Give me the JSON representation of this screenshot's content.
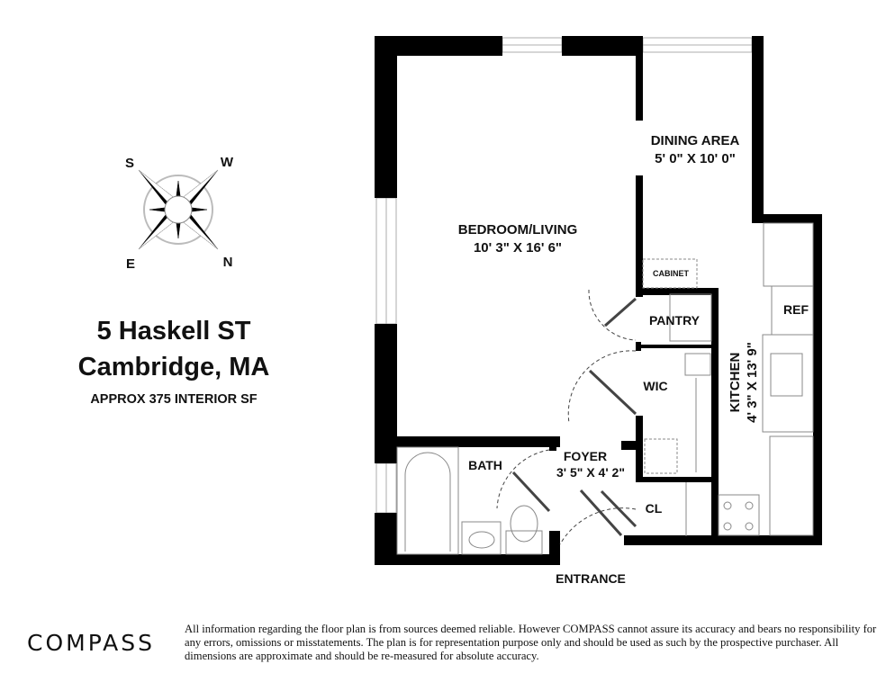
{
  "listing": {
    "address_line1": "5 Haskell ST",
    "address_line2": "Cambridge, MA",
    "area": "APPROX 375 INTERIOR SF"
  },
  "compass_rose": {
    "labels": {
      "top_left": "S",
      "top_right": "W",
      "bottom_left": "E",
      "bottom_right": "N"
    }
  },
  "rooms": {
    "bedroom": {
      "name": "BEDROOM/LIVING",
      "size": "10' 3\" X 16' 6\""
    },
    "dining": {
      "name": "DINING AREA",
      "size": "5' 0\" X 10' 0\""
    },
    "kitchen": {
      "name": "KITCHEN",
      "size": "4' 3\" X 13' 9\""
    },
    "foyer": {
      "name": "FOYER",
      "size": "3' 5\" X 4' 2\""
    },
    "bath": {
      "name": "BATH"
    },
    "pantry": {
      "name": "PANTRY"
    },
    "wic": {
      "name": "WIC"
    },
    "closet": {
      "name": "CL"
    },
    "cabinet": {
      "name": "CABINET"
    },
    "ref": {
      "name": "REF"
    },
    "entrance": {
      "name": "ENTRANCE"
    }
  },
  "brand": {
    "logo": "COMPASS"
  },
  "disclaimer": "All information regarding the floor plan is from sources deemed reliable. However COMPASS cannot assure its accuracy and bears no responsibility for any errors, omissions or misstatements. The plan is for representation purpose only and should be used as such by the prospective purchaser. All dimensions are approximate and should be re-measured for absolute accuracy."
}
